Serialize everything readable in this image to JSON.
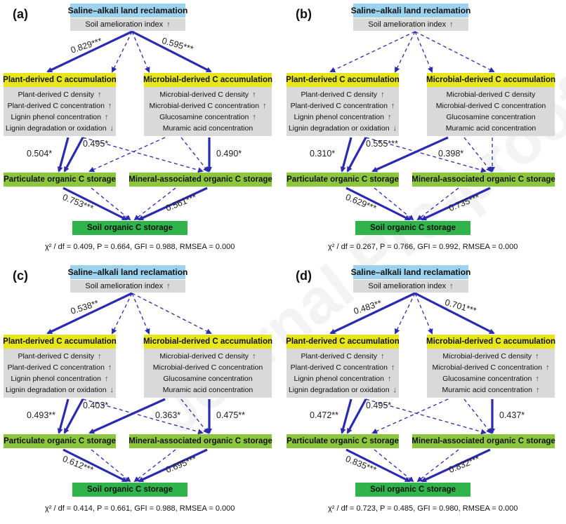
{
  "watermark": "Journal Pre-proofs",
  "common": {
    "title": "Saline–alkali land reclamation",
    "index": "Soil amelioration index",
    "plant_head": "Plant-derived C accumulation",
    "micro_head": "Microbial-derived C accumulation",
    "poc": "Particulate organic C storage",
    "maoc": "Mineral-associated organic C storage",
    "soc": "Soil organic C storage",
    "plant_items": [
      "Plant-derived C density",
      "Plant-derived C concentration",
      "Lignin phenol concentration",
      "Lignin degradation or oxidation"
    ],
    "micro_items": [
      "Microbial-derived C density",
      "Microbial-derived C concentration",
      "Glucosamine concentration",
      "Muramic acid concentration"
    ]
  },
  "panels": [
    {
      "label": "(a)",
      "fit": "χ² / df = 0.409, P = 0.664, GFI = 0.988, RMSEA = 0.000",
      "plant_arrows": [
        "up",
        "up",
        "up",
        "down"
      ],
      "micro_arrows": [
        "up",
        "up",
        "up",
        ""
      ],
      "coef": {
        "ip": "0.829***",
        "im": "0.595***",
        "pp": "0.504*",
        "pm": "0.495*",
        "mp": "",
        "mm": "0.490*",
        "ps": "0.753***",
        "ms": "0.561***"
      }
    },
    {
      "label": "(b)",
      "fit": "χ² / df = 0.267, P = 0.766, GFI = 0.992, RMSEA = 0.000",
      "plant_arrows": [
        "up",
        "up",
        "up",
        "down"
      ],
      "micro_arrows": [
        "",
        "",
        "",
        ""
      ],
      "coef": {
        "ip": "",
        "im": "",
        "pp": "0.310*",
        "pm": "0.555***",
        "mp": "0.398*",
        "mm": "",
        "ps": "0.629***",
        "ms": "0.735***"
      }
    },
    {
      "label": "(c)",
      "fit": "χ² / df = 0.414, P = 0.661, GFI = 0.988, RMSEA = 0.000",
      "plant_arrows": [
        "up",
        "up",
        "up",
        "down"
      ],
      "micro_arrows": [
        "up",
        "",
        "",
        ""
      ],
      "coef": {
        "ip": "0.538**",
        "im": "",
        "pp": "0.493**",
        "pm": "0.403*",
        "mp": "0.363*",
        "mm": "0.475**",
        "ps": "0.612***",
        "ms": "0.695***"
      }
    },
    {
      "label": "(d)",
      "fit": "χ² / df = 0.723, P = 0.485, GFI = 0.980, RMSEA = 0.000",
      "plant_arrows": [
        "up",
        "up",
        "up",
        "down"
      ],
      "micro_arrows": [
        "up",
        "up",
        "up",
        "up"
      ],
      "coef": {
        "ip": "0.483**",
        "im": "0.701***",
        "pp": "0.472**",
        "pm": "0.495*",
        "mp": "",
        "mm": "0.437*",
        "ps": "0.835***",
        "ms": "0.832***"
      }
    }
  ]
}
